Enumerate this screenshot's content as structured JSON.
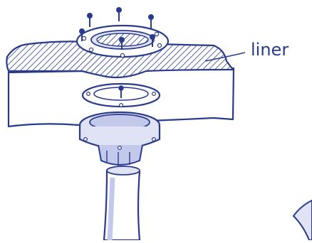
{
  "diagram": {
    "labels": {
      "liner": "liner"
    },
    "colors": {
      "ink": "#2a3a8c",
      "fill_light": "#dfe3f5",
      "fill_mid": "#c3c9ea",
      "paper": "#ffffff"
    },
    "components": [
      "screw-set-top",
      "top-clamp-ring",
      "hatched-liner",
      "wall-panel",
      "bottom-ring",
      "drain-body",
      "drain-pipe",
      "corner-shape"
    ]
  }
}
